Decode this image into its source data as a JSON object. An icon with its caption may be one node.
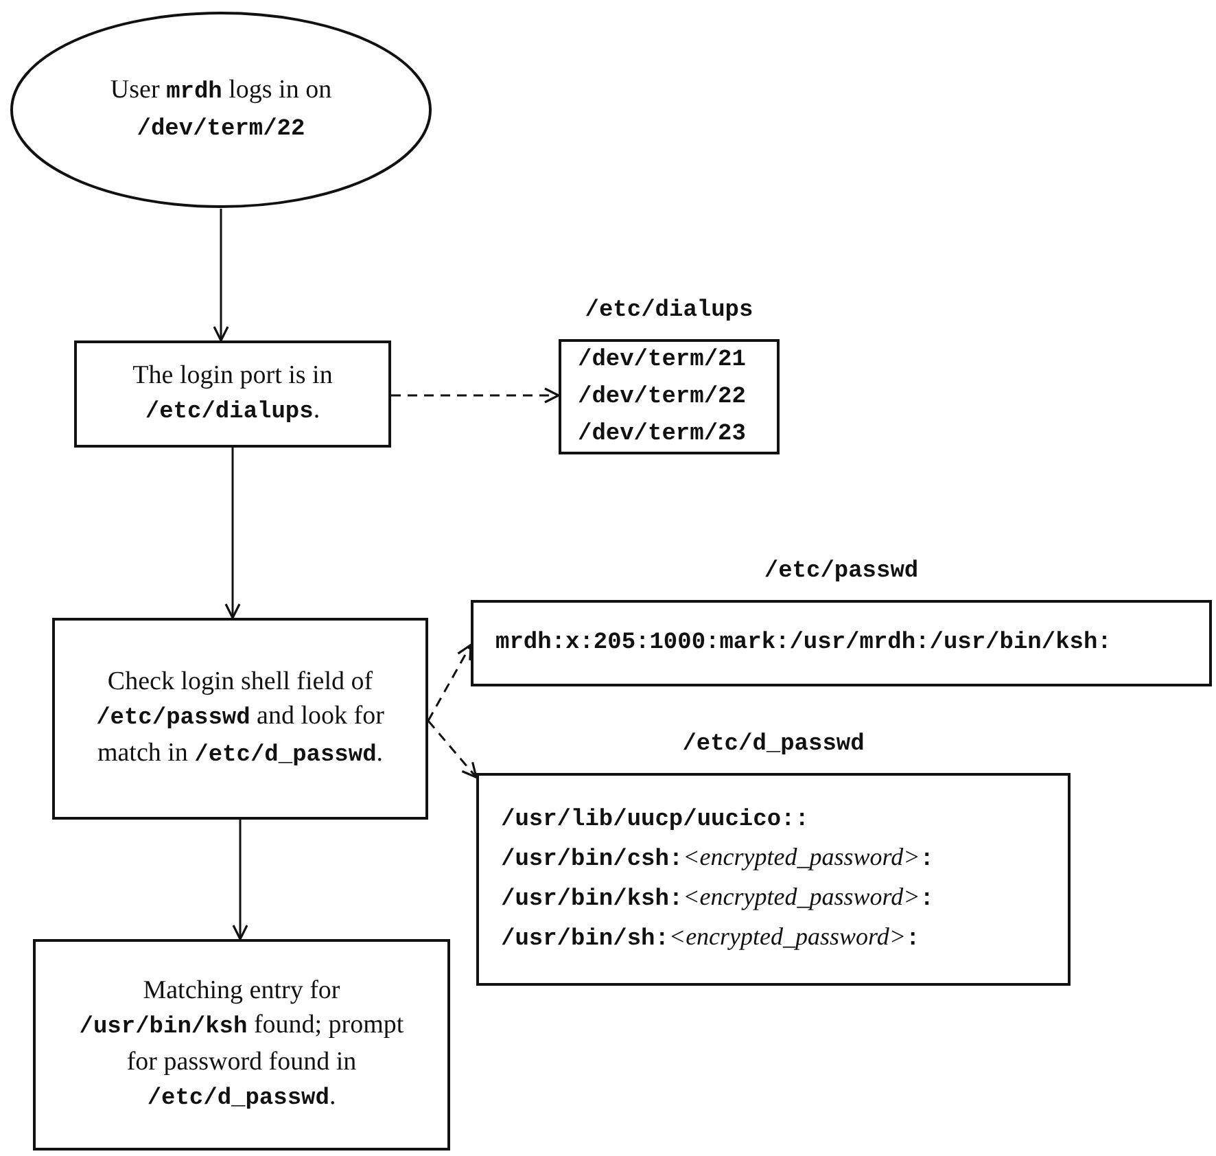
{
  "diagram": {
    "nodes": [
      {
        "text": [
          "User **mrdh** logs in on **/dev/term/22**"
        ]
      },
      {
        "text": [
          "The login port is in **/etc/dialups**."
        ]
      },
      {
        "text": [
          "/etc/dialups",
          "/dev/term/21",
          "/dev/term/22",
          "/dev/term/23"
        ]
      },
      {
        "text": [
          "Check login shell field of **/etc/passwd** and look for match in **/etc/d_passwd**."
        ]
      },
      {
        "text": [
          "/etc/passwd",
          "mrdh:x:205:1000:mark:/usr/mrdh:/usr/bin/ksh:"
        ]
      },
      {
        "text": [
          "/etc/d_passwd",
          "/usr/lib/uucp/uucico::",
          "/usr/bin/csh:*<encrypted_password>*:",
          "/usr/bin/ksh:*<encrypted_password>*:",
          "/usr/bin/sh:*<encrypted_password>*:"
        ]
      },
      {
        "text": [
          "Matching entry for **/usr/bin/ksh** found; prompt for password found in **/etc/d_passwd**."
        ]
      }
    ],
    "edges": [
      {
        "from": 0,
        "to": 1,
        "arrow": "to"
      },
      {
        "from": 1,
        "to": 2,
        "arrow": "to",
        "style": "dashed"
      },
      {
        "from": 1,
        "to": 3,
        "arrow": "to"
      },
      {
        "from": 3,
        "to": 4,
        "arrow": "to",
        "style": "dashed"
      },
      {
        "from": 3,
        "to": 5,
        "arrow": "to",
        "style": "dashed"
      },
      {
        "from": 3,
        "to": 6,
        "arrow": "to"
      }
    ]
  }
}
